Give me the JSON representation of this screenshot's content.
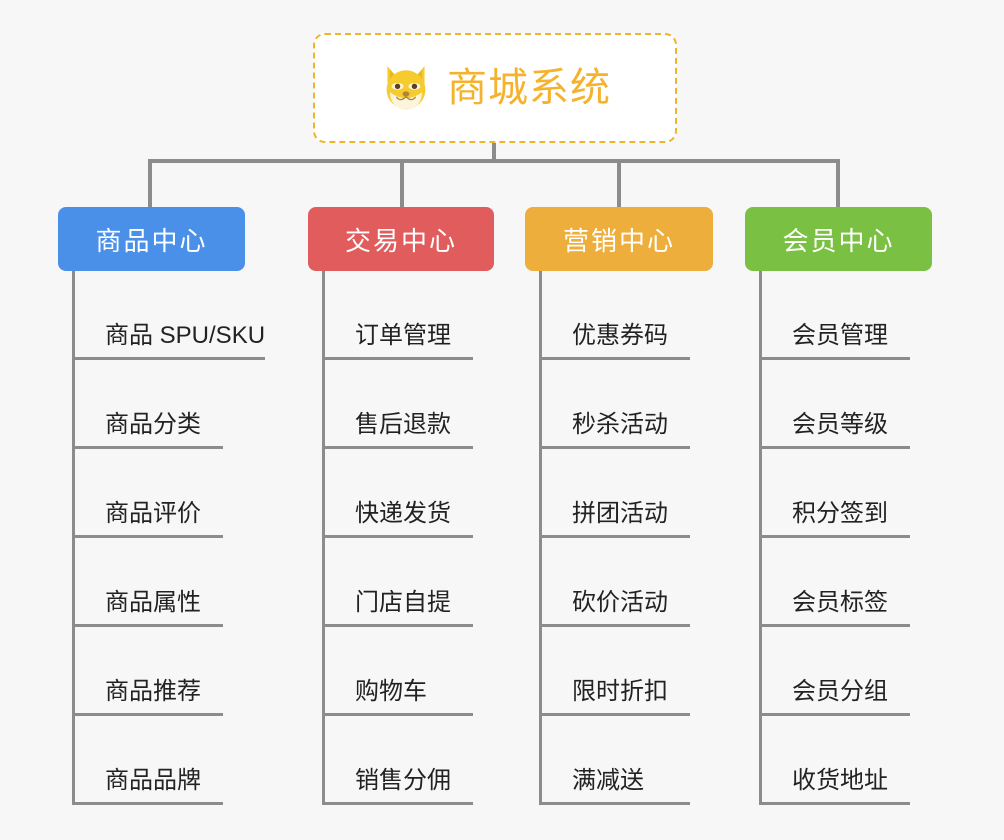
{
  "root": {
    "title": "商城系统",
    "icon": "shiba-dog-icon",
    "border_color": "#f0b429",
    "text_color": "#f5b22d",
    "background": "#ffffff"
  },
  "canvas": {
    "background": "#f7f7f7",
    "connector_color": "#8c8c8c"
  },
  "branches": [
    {
      "label": "商品中心",
      "color": "#4a90e8",
      "items": [
        "商品 SPU/SKU",
        "商品分类",
        "商品评价",
        "商品属性",
        "商品推荐",
        "商品品牌"
      ]
    },
    {
      "label": "交易中心",
      "color": "#e15c5c",
      "items": [
        "订单管理",
        "售后退款",
        "快递发货",
        "门店自提",
        "购物车",
        "销售分佣"
      ]
    },
    {
      "label": "营销中心",
      "color": "#eeae3c",
      "items": [
        "优惠券码",
        "秒杀活动",
        "拼团活动",
        "砍价活动",
        "限时折扣",
        "满减送"
      ]
    },
    {
      "label": "会员中心",
      "color": "#7ac143",
      "items": [
        "会员管理",
        "会员等级",
        "积分签到",
        "会员标签",
        "会员分组",
        "收货地址"
      ]
    }
  ]
}
